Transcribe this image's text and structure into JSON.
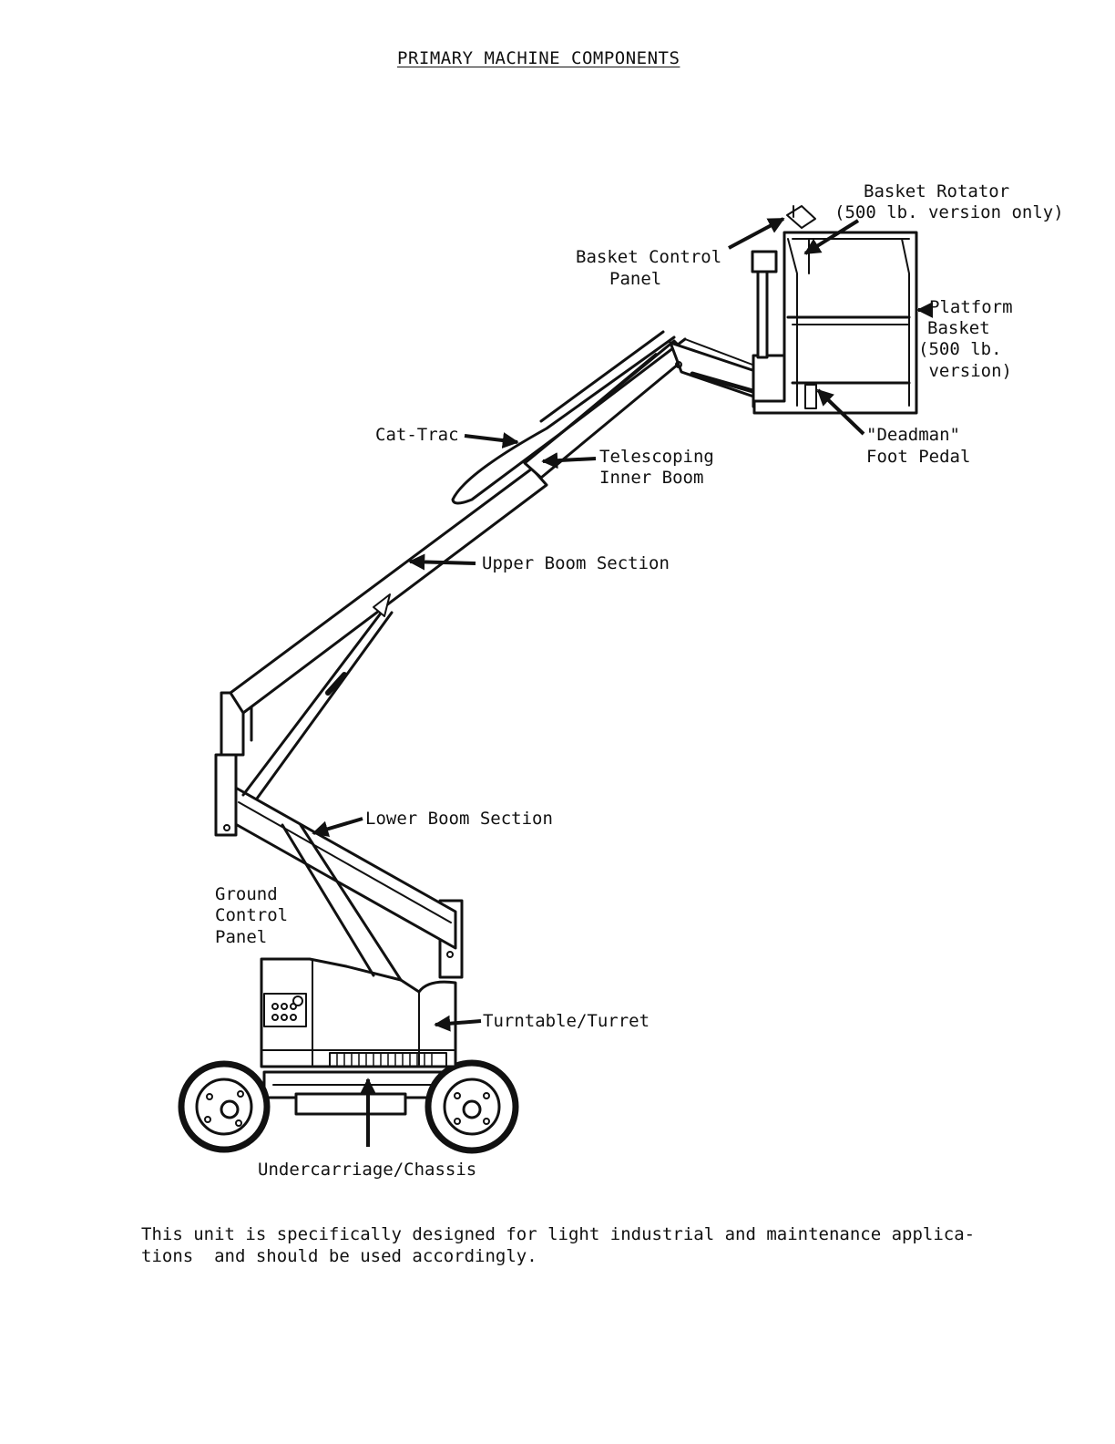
{
  "title": "PRIMARY MACHINE COMPONENTS",
  "labels": {
    "basket_rotator": [
      "Basket Rotator",
      "(500 lb. version only)"
    ],
    "basket_control_panel": [
      "Basket Control",
      "Panel"
    ],
    "platform_basket": [
      "Platform",
      "Basket",
      "(500 lb.",
      " version)"
    ],
    "deadman_pedal": [
      "\"Deadman\"",
      "Foot Pedal"
    ],
    "cat_trac": "Cat-Trac",
    "telescoping_inner_boom": [
      "Telescoping",
      "Inner Boom"
    ],
    "upper_boom_section": "Upper Boom Section",
    "lower_boom_section": "Lower Boom Section",
    "ground_control_panel": [
      "Ground",
      "Control",
      "Panel"
    ],
    "turntable_turret": "Turntable/Turret",
    "undercarriage_chassis": "Undercarriage/Chassis"
  },
  "footer": {
    "line1": "This unit is specifically designed for light industrial and maintenance applica-",
    "line2": "tions  and should be used accordingly."
  }
}
